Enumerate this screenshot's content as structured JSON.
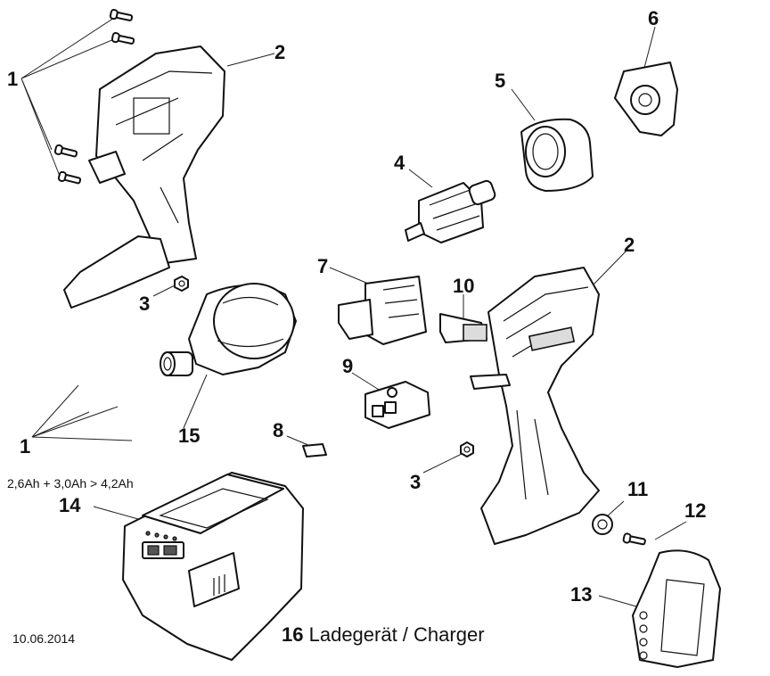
{
  "labels": {
    "p1a": "1",
    "p1b": "1",
    "p2a": "2",
    "p2b": "2",
    "p3a": "3",
    "p3b": "3",
    "p4": "4",
    "p5": "5",
    "p6": "6",
    "p7": "7",
    "p8": "8",
    "p9": "9",
    "p10": "10",
    "p11": "11",
    "p12": "12",
    "p13": "13",
    "p14": "14",
    "p15": "15"
  },
  "battery_note": "2,6Ah + 3,0Ah > 4,2Ah",
  "date": "10.06.2014",
  "charger": {
    "number": "16",
    "text": "Ladegerät / Charger"
  }
}
